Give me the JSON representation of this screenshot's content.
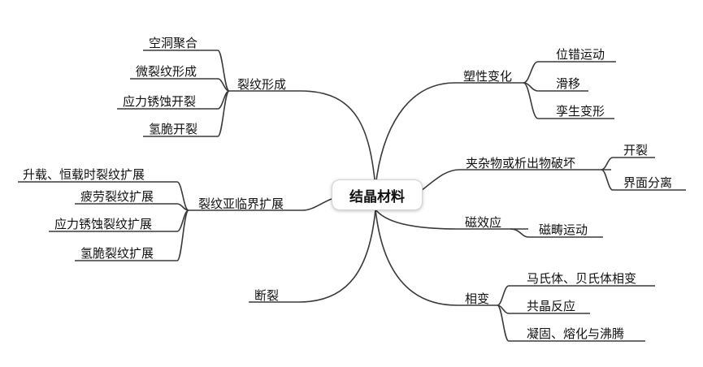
{
  "center": "结晶材料",
  "left": [
    {
      "label": "裂纹形成",
      "children": [
        "空洞聚合",
        "微裂纹形成",
        "应力锈蚀开裂",
        "氢脆开裂"
      ]
    },
    {
      "label": "裂纹亚临界扩展",
      "children": [
        "升载、恒载时裂纹扩展",
        "疲劳裂纹扩展",
        "应力锈蚀裂纹扩展",
        "氢脆裂纹扩展"
      ]
    },
    {
      "label": "断裂",
      "children": []
    }
  ],
  "right": [
    {
      "label": "塑性变化",
      "children": [
        "位错运动",
        "滑移",
        "孪生变形"
      ]
    },
    {
      "label": "夹杂物或析出物破坏",
      "children": [
        "开裂",
        "界面分离"
      ]
    },
    {
      "label": "磁效应",
      "children": [
        "磁畴运动"
      ]
    },
    {
      "label": "相变",
      "children": [
        "马氏体、贝氏体相变",
        "共晶反应",
        "凝固、熔化与沸腾"
      ]
    }
  ]
}
